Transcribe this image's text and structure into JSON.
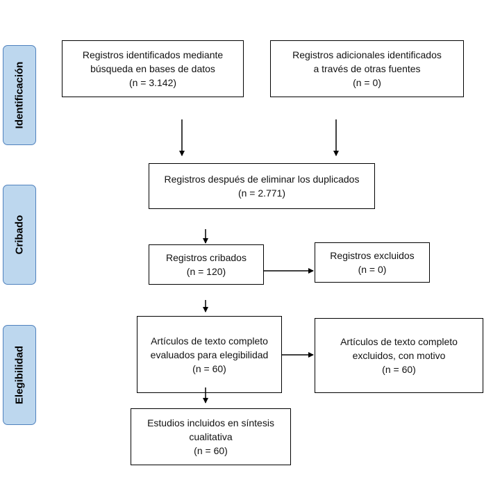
{
  "stages": {
    "identification": "Identificación",
    "screening": "Cribado",
    "eligibility": "Elegibilidad"
  },
  "boxes": {
    "db_records": {
      "line1": "Registros identificados mediante",
      "line2": "búsqueda en bases de datos",
      "line3": "(n = 3.142)"
    },
    "other_records": {
      "line1": "Registros adicionales identificados",
      "line2": "a través de otras fuentes",
      "line3": "(n = 0)"
    },
    "deduplicated": {
      "line1": "Registros después de eliminar los duplicados",
      "line2": "(n = 2.771)"
    },
    "screened": {
      "line1": "Registros cribados",
      "line2": "(n = 120)"
    },
    "excluded": {
      "line1": "Registros excluidos",
      "line2": "(n = 0)"
    },
    "fulltext": {
      "line1": "Artículos de texto completo",
      "line2": "evaluados para elegibilidad",
      "line3": "(n = 60)"
    },
    "fulltext_excluded": {
      "line1": "Artículos de texto completo",
      "line2": "excluidos, con motivo",
      "line3": "(n = 60)"
    },
    "included": {
      "line1": "Estudios incluidos en síntesis",
      "line2": "cualitativa",
      "line3": "(n = 60)"
    }
  }
}
